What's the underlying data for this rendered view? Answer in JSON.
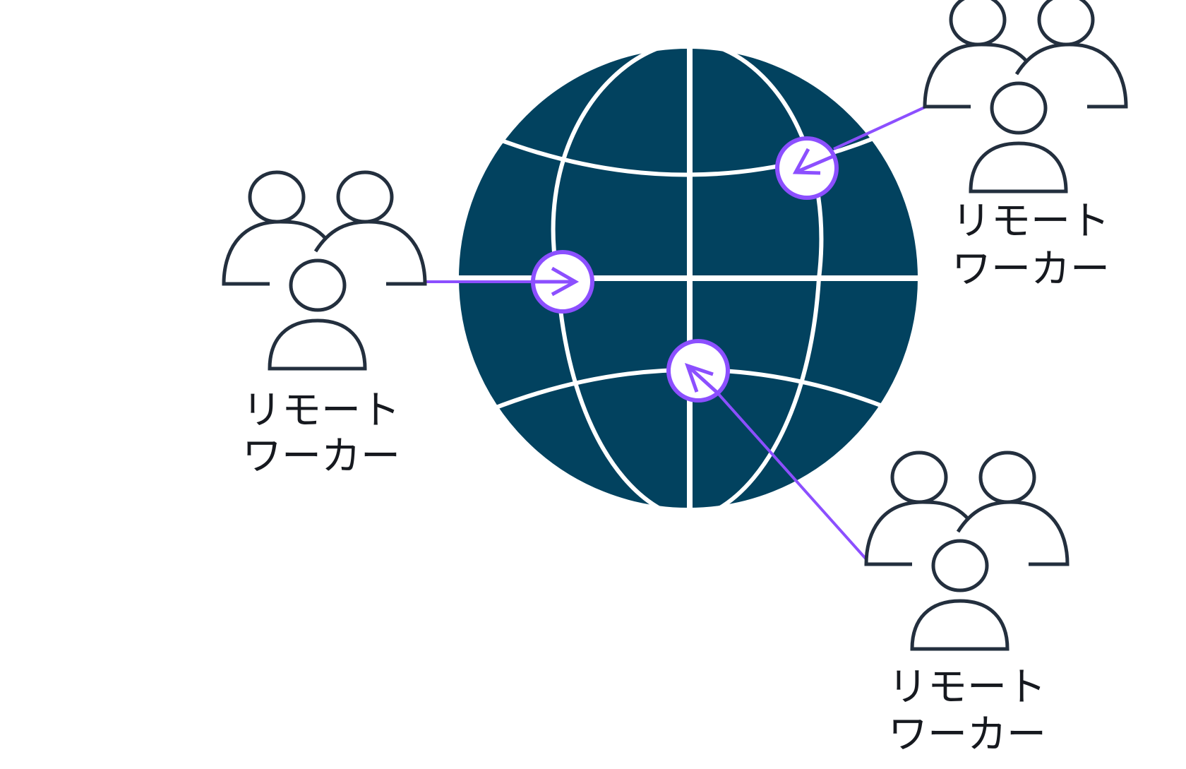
{
  "colors": {
    "globe_fill": "#02425f",
    "grid_line": "#ffffff",
    "person_stroke": "#232f3e",
    "connector": "#8c4fff",
    "label_text": "#16191f"
  },
  "icons": {
    "globe": "globe-icon",
    "group": "user-group-icon",
    "entry_point": "arrow-circle-icon"
  },
  "groups": [
    {
      "id": "left",
      "label_line1": "リモート",
      "label_line2": "ワーカー"
    },
    {
      "id": "top-right",
      "label_line1": "リモート",
      "label_line2": "ワーカー"
    },
    {
      "id": "bottom-right",
      "label_line1": "リモート",
      "label_line2": "ワーカー"
    }
  ]
}
